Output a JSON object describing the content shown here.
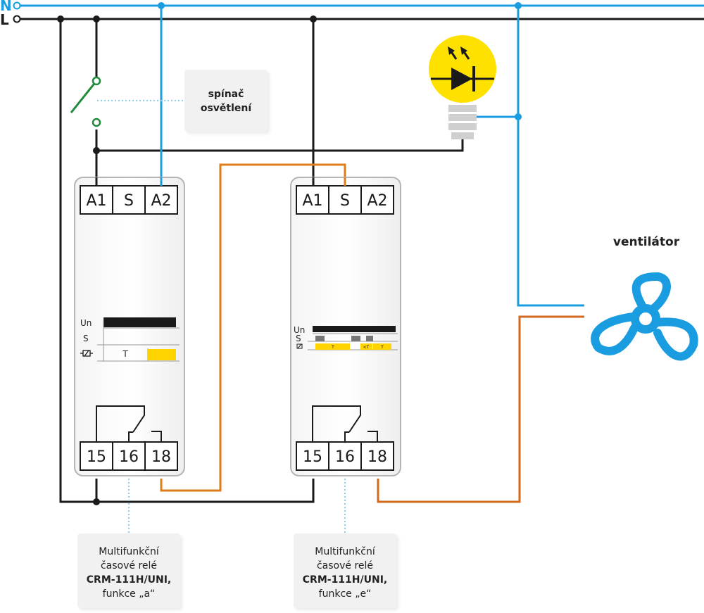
{
  "rails": {
    "neutral": "N",
    "live": "L"
  },
  "colors": {
    "neutral": "#1a9de0",
    "live": "#1a1a1a",
    "control": "#e07b1a",
    "load": "#d2691e",
    "switch": "#1f8a3c",
    "lamp": "#ffe100",
    "diagram_bar": "#ffd400"
  },
  "switch_note": {
    "line1": "spínač",
    "line2": "osvětlení"
  },
  "fan": {
    "label": "ventilátor",
    "icon": "fan-icon"
  },
  "lamp": {
    "icon": "led-bulb-icon"
  },
  "relay1": {
    "top_terminals": [
      "A1",
      "S",
      "A2"
    ],
    "bottom_terminals": [
      "15",
      "16",
      "18"
    ],
    "timing": {
      "rows": [
        "Un",
        "S"
      ],
      "t_label": "T"
    },
    "note": {
      "line1": "Multifunkční",
      "line2": "časové relé",
      "line3": "CRM-111H/UNI,",
      "line4": "funkce „a“"
    }
  },
  "relay2": {
    "top_terminals": [
      "A1",
      "S",
      "A2"
    ],
    "bottom_terminals": [
      "15",
      "16",
      "18"
    ],
    "timing": {
      "rows": [
        "Un",
        "S"
      ],
      "t_labels": [
        "T",
        "<T",
        "T"
      ]
    },
    "note": {
      "line1": "Multifunkční",
      "line2": "časové relé",
      "line3": "CRM-111H/UNI,",
      "line4": "funkce „e“"
    }
  }
}
